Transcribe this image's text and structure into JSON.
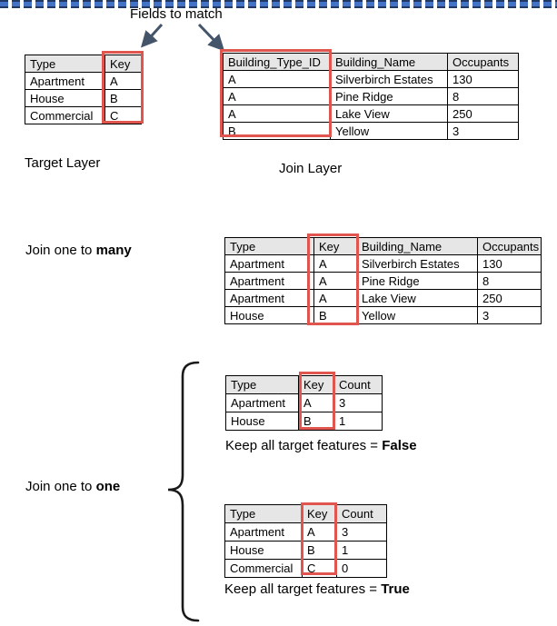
{
  "title": "Fields to match",
  "labels": {
    "target_layer": "Target Layer",
    "join_layer": "Join Layer",
    "join_many_prefix": "Join one to ",
    "join_many_bold": "many",
    "join_one_prefix": "Join one to ",
    "join_one_bold": "one",
    "caption_prefix": "Keep all target features = ",
    "caption_false": "False",
    "caption_true": "True"
  },
  "tables": {
    "target": {
      "headers": [
        "Type",
        "Key"
      ],
      "rows": [
        [
          "Apartment",
          "A"
        ],
        [
          "House",
          "B"
        ],
        [
          "Commercial",
          "C"
        ]
      ]
    },
    "join_layer": {
      "headers": [
        "Building_Type_ID",
        "Building_Name",
        "Occupants"
      ],
      "rows": [
        [
          "A",
          "Silverbirch Estates",
          "130"
        ],
        [
          "A",
          "Pine Ridge",
          "8"
        ],
        [
          "A",
          "Lake View",
          "250"
        ],
        [
          "B",
          "Yellow",
          "3"
        ]
      ]
    },
    "one_to_many": {
      "headers": [
        "Type",
        "Key",
        "Building_Name",
        "Occupants"
      ],
      "rows": [
        [
          "Apartment",
          "A",
          "Silverbirch Estates",
          "130"
        ],
        [
          "Apartment",
          "A",
          "Pine Ridge",
          "8"
        ],
        [
          "Apartment",
          "A",
          "Lake View",
          "250"
        ],
        [
          "House",
          "B",
          "Yellow",
          "3"
        ]
      ]
    },
    "one_to_one_false": {
      "headers": [
        "Type",
        "Key",
        "Count"
      ],
      "rows": [
        [
          "Apartment",
          "A",
          "3"
        ],
        [
          "House",
          "B",
          "1"
        ]
      ]
    },
    "one_to_one_true": {
      "headers": [
        "Type",
        "Key",
        "Count"
      ],
      "rows": [
        [
          "Apartment",
          "A",
          "3"
        ],
        [
          "House",
          "B",
          "1"
        ],
        [
          "Commercial",
          "C",
          "0"
        ]
      ]
    }
  },
  "colors": {
    "highlight_red": "#e0564e",
    "table_header_bg": "#e7e6e6",
    "arrow": "#44546a",
    "divider_blue": "#4472c4",
    "divider_navy": "#203864",
    "brace": "#1a1a1a"
  }
}
